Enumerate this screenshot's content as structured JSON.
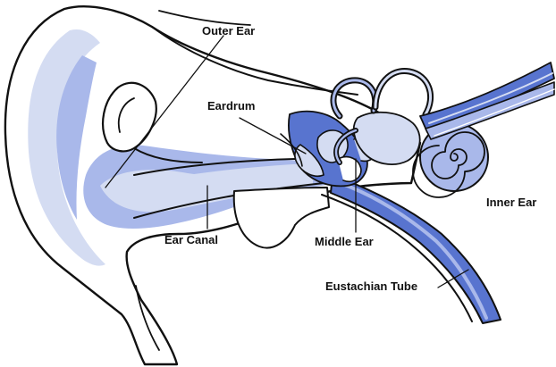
{
  "colors": {
    "light_blue": "#d4dcf2",
    "medium_blue": "#a9b8ea",
    "dark_blue": "#5874cf",
    "outline": "#111111",
    "background": "#ffffff"
  },
  "labels": {
    "outer_ear": "Outer Ear",
    "eardrum": "Eardrum",
    "inner_ear": "Inner Ear",
    "ear_canal": "Ear Canal",
    "middle_ear": "Middle Ear",
    "eustachian_tube": "Eustachian Tube"
  }
}
